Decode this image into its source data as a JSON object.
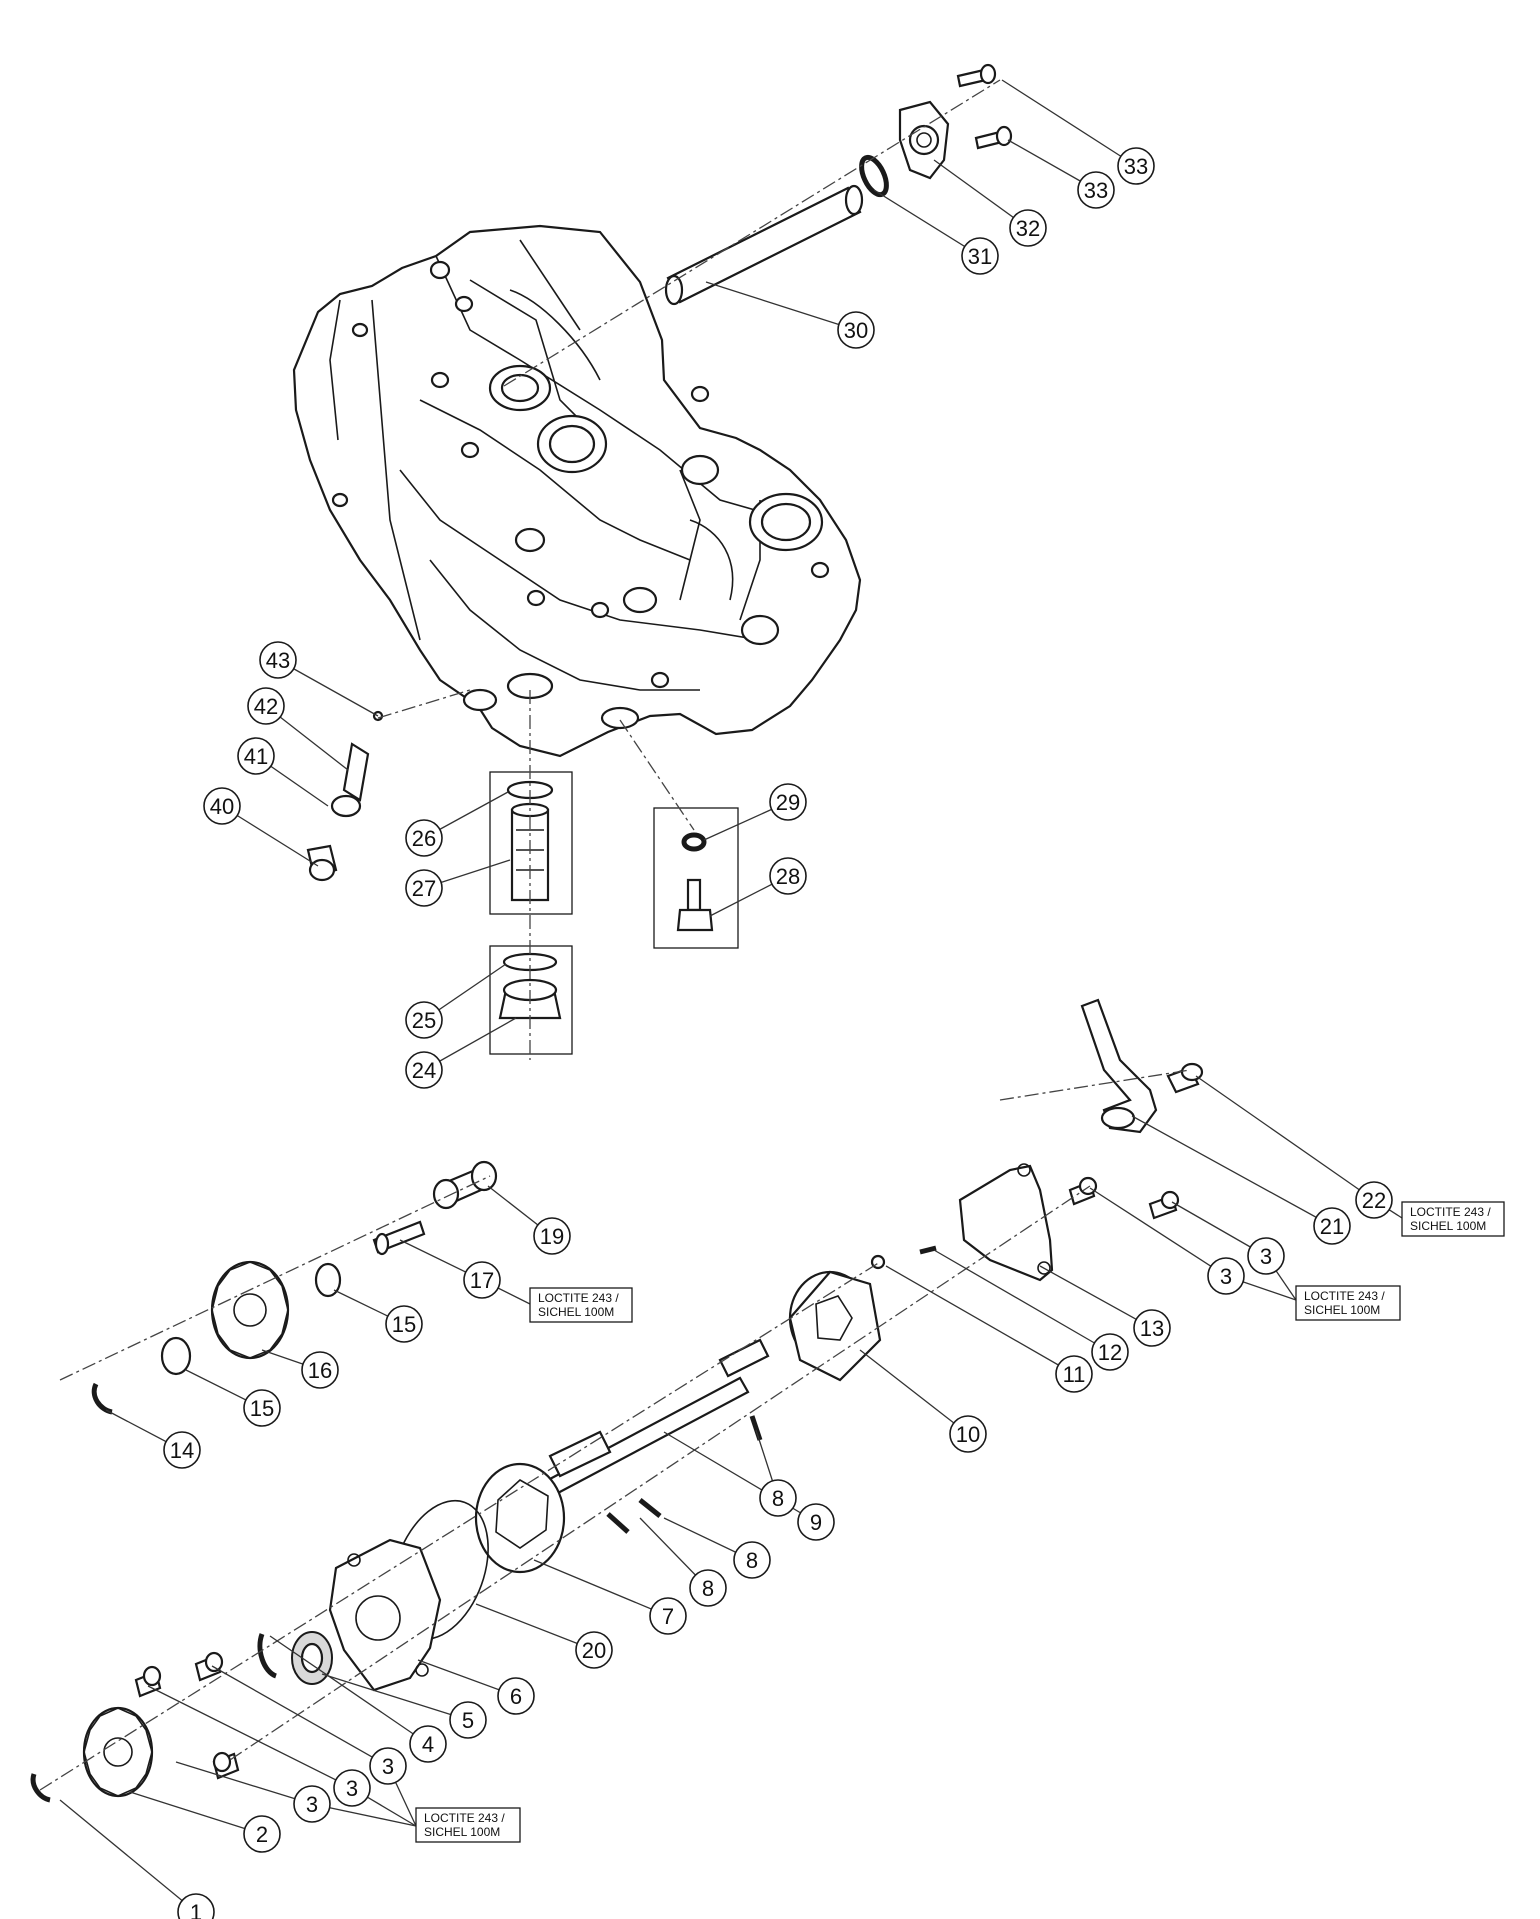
{
  "callouts": [
    {
      "id": "c1",
      "label": "1"
    },
    {
      "id": "c2",
      "label": "2"
    },
    {
      "id": "c3a",
      "label": "3"
    },
    {
      "id": "c3b",
      "label": "3"
    },
    {
      "id": "c3c",
      "label": "3"
    },
    {
      "id": "c3d",
      "label": "3"
    },
    {
      "id": "c3e",
      "label": "3"
    },
    {
      "id": "c4",
      "label": "4"
    },
    {
      "id": "c5",
      "label": "5"
    },
    {
      "id": "c6",
      "label": "6"
    },
    {
      "id": "c7",
      "label": "7"
    },
    {
      "id": "c8a",
      "label": "8"
    },
    {
      "id": "c8b",
      "label": "8"
    },
    {
      "id": "c8c",
      "label": "8"
    },
    {
      "id": "c9",
      "label": "9"
    },
    {
      "id": "c10",
      "label": "10"
    },
    {
      "id": "c11",
      "label": "11"
    },
    {
      "id": "c12",
      "label": "12"
    },
    {
      "id": "c13",
      "label": "13"
    },
    {
      "id": "c14",
      "label": "14"
    },
    {
      "id": "c15a",
      "label": "15"
    },
    {
      "id": "c15b",
      "label": "15"
    },
    {
      "id": "c16",
      "label": "16"
    },
    {
      "id": "c17",
      "label": "17"
    },
    {
      "id": "c19",
      "label": "19"
    },
    {
      "id": "c20",
      "label": "20"
    },
    {
      "id": "c21",
      "label": "21"
    },
    {
      "id": "c22",
      "label": "22"
    },
    {
      "id": "c24",
      "label": "24"
    },
    {
      "id": "c25",
      "label": "25"
    },
    {
      "id": "c26",
      "label": "26"
    },
    {
      "id": "c27",
      "label": "27"
    },
    {
      "id": "c28",
      "label": "28"
    },
    {
      "id": "c29",
      "label": "29"
    },
    {
      "id": "c30",
      "label": "30"
    },
    {
      "id": "c31",
      "label": "31"
    },
    {
      "id": "c32",
      "label": "32"
    },
    {
      "id": "c33a",
      "label": "33"
    },
    {
      "id": "c33b",
      "label": "33"
    },
    {
      "id": "c40",
      "label": "40"
    },
    {
      "id": "c41",
      "label": "41"
    },
    {
      "id": "c42",
      "label": "42"
    },
    {
      "id": "c43",
      "label": "43"
    }
  ],
  "notes": [
    {
      "id": "n22",
      "line1": "LOCTITE 243 /",
      "line2": "SICHEL 100M"
    },
    {
      "id": "n3",
      "line1": "LOCTITE 243 /",
      "line2": "SICHEL 100M"
    },
    {
      "id": "n17",
      "line1": "LOCTITE 243 /",
      "line2": "SICHEL 100M"
    },
    {
      "id": "nbot",
      "line1": "LOCTITE 243 /",
      "line2": "SICHEL 100M"
    }
  ]
}
